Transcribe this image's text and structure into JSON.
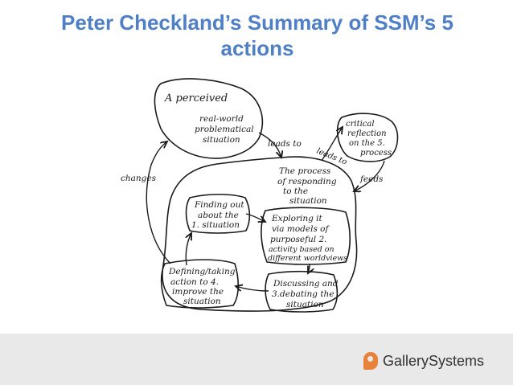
{
  "title": {
    "line1": "Peter Checkland’s Summary of SSM’s 5",
    "line2": "actions"
  },
  "diagram": {
    "nodes": [
      {
        "id": "perceived",
        "header": "A perceived",
        "lines": [
          "real-world",
          "problematical",
          "situation"
        ]
      },
      {
        "id": "critical",
        "lines": [
          "critical",
          "reflection",
          "on the 5.",
          "process"
        ]
      },
      {
        "id": "process",
        "lines": [
          "The process",
          "of responding",
          "to the",
          "situation"
        ]
      },
      {
        "id": "finding",
        "lines": [
          "Finding out",
          "about the",
          "1. situation"
        ]
      },
      {
        "id": "exploring",
        "lines": [
          "Exploring it",
          "via models of",
          "purposeful  2.",
          "activity based on",
          "different worldviews"
        ]
      },
      {
        "id": "defining",
        "lines": [
          "Defining/taking",
          "action to  4.",
          "improve the",
          "situation"
        ]
      },
      {
        "id": "discussing",
        "lines": [
          "Discussing and",
          "3.debating the",
          "situation"
        ]
      }
    ],
    "edge_labels": {
      "leads_to_1": "leads to",
      "leads_to_2": "leads to",
      "feeds": "feeds",
      "changes": "changes"
    }
  },
  "footer": {
    "brand_icon": "gallerysystems-logo-icon",
    "brand_name": "GallerySystems",
    "brand_color": "#e8823a",
    "background": "#e9e9e9"
  },
  "colors": {
    "title": "#4f7fc4",
    "ink": "#1a1a1a"
  }
}
